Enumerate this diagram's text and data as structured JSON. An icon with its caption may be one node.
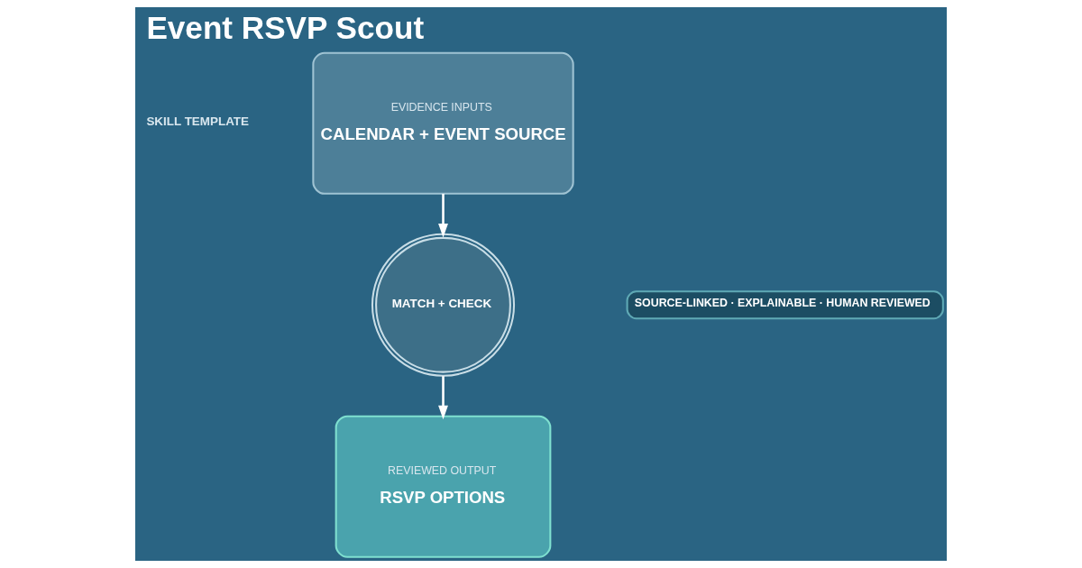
{
  "diagram": {
    "title": "Event RSVP Scout",
    "nodes": [
      {
        "text": [
          "EVIDENCE INPUTS",
          "CALENDAR + EVENT SOURCE"
        ]
      },
      {
        "text": [
          "MATCH + CHECK"
        ]
      },
      {
        "text": [
          "REVIEWED OUTPUT",
          "RSVP OPTIONS"
        ]
      },
      {
        "text": [
          "SOURCE-LINKED · EXPLAINABLE · HUMAN REVIEWED"
        ]
      }
    ],
    "edges": [
      {
        "from": 0,
        "to": 1,
        "arrow": "to"
      },
      {
        "from": 1,
        "to": 2,
        "arrow": "to"
      }
    ],
    "labels": [
      "SKILL TEMPLATE"
    ]
  }
}
